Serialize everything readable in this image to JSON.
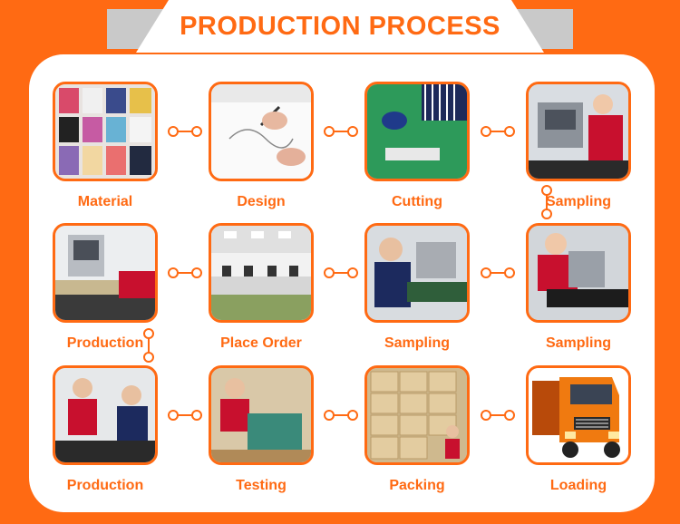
{
  "banner": {
    "title": "PRODUCTION PROCESS"
  },
  "steps": [
    {
      "label": "Material"
    },
    {
      "label": "Design"
    },
    {
      "label": "Cutting"
    },
    {
      "label": "Sampling"
    },
    {
      "label": "Production"
    },
    {
      "label": "Place Order"
    },
    {
      "label": "Sampling"
    },
    {
      "label": "Sampling"
    },
    {
      "label": "Production"
    },
    {
      "label": "Testing"
    },
    {
      "label": "Packing"
    },
    {
      "label": "Loading"
    }
  ],
  "colors": {
    "accent": "#ff6a13",
    "panel": "#ffffff",
    "banner_side": "#c9c9c9"
  }
}
